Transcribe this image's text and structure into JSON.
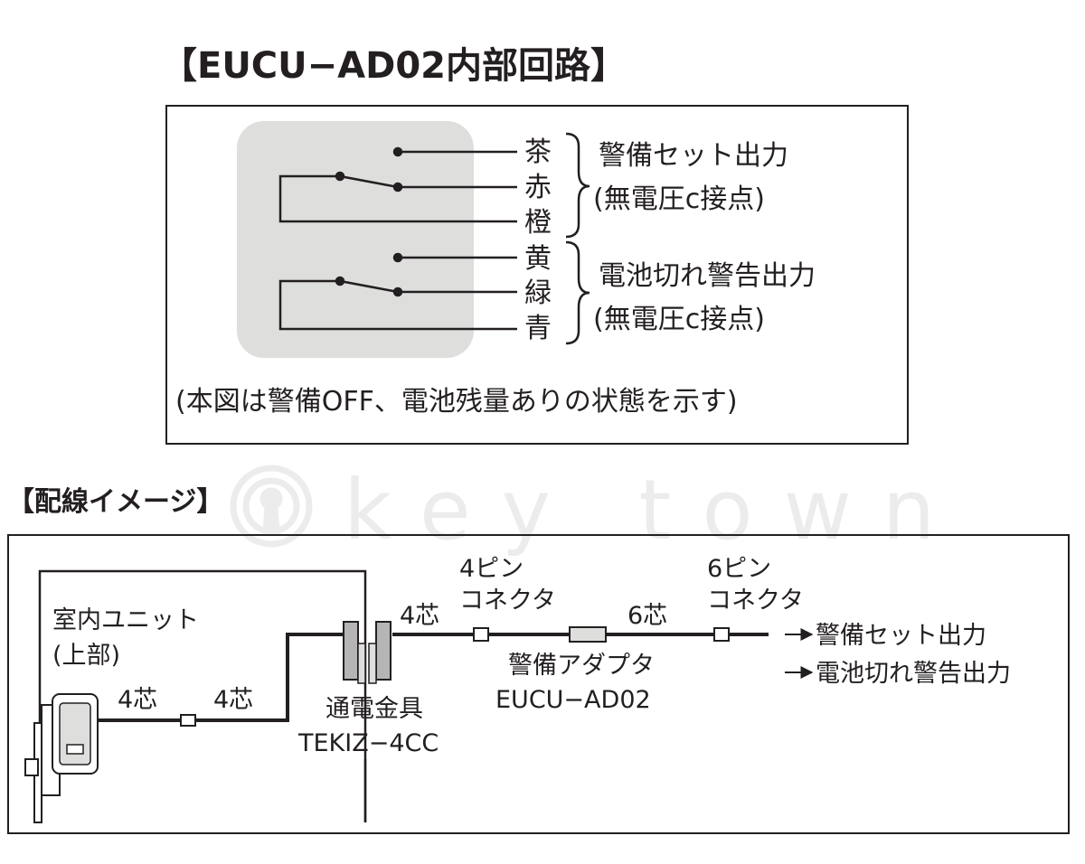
{
  "internal": {
    "title": "【EUCU−AD02内部回路】",
    "wires": [
      "茶",
      "赤",
      "橙",
      "黄",
      "緑",
      "青"
    ],
    "group1": {
      "line1": "警備セット出力",
      "line2": "(無電圧c接点)"
    },
    "group2": {
      "line1": "電池切れ警告出力",
      "line2": "(無電圧c接点)"
    },
    "note": "(本図は警備OFF、電池残量ありの状態を示す)"
  },
  "wiring": {
    "title": "【配線イメージ】",
    "indoor_unit_line1": "室内ユニット",
    "indoor_unit_line2": "(上部)",
    "core4_a": "4芯",
    "core4_b": "4芯",
    "core4_c": "4芯",
    "core6": "6芯",
    "pin4_line1": "4ピン",
    "pin4_line2": "コネクタ",
    "pin6_line1": "6ピン",
    "pin6_line2": "コネクタ",
    "fitting_line1": "通電金具",
    "fitting_line2": "TEKIZ−4CC",
    "adapter_line1": "警備アダプタ",
    "adapter_line2": "EUCU−AD02",
    "output1": "警備セット出力",
    "output2": "電池切れ警告出力"
  },
  "watermark": "key town",
  "colors": {
    "ink": "#231f20",
    "panel": "#dededd",
    "watermark": "#ececec"
  }
}
